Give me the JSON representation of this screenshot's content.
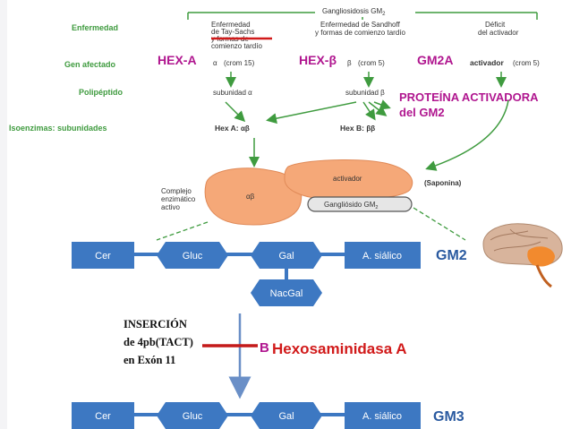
{
  "top": {
    "title": "Gangliosidosis GM",
    "title_sub": "2",
    "col1": [
      "Enfermedad",
      "de Tay-Sachs",
      "y formas de",
      "comienzo tardío"
    ],
    "col2": [
      "Enfermedad de Sandhoff",
      "y formas de comienzo tardío"
    ],
    "col3": [
      "Déficit",
      "del activador"
    ]
  },
  "rows": {
    "enfermedad": "Enfermedad",
    "gen": "Gen afectado",
    "polipeptido": "Polipéptido",
    "isoenzimas": "Isoenzimas: subunidades"
  },
  "genes": {
    "alpha": "α",
    "alpha_crom": "(crom 15)",
    "beta": "β",
    "beta_crom": "(crom 5)",
    "activador": "activador",
    "activador_crom": "(crom 5)"
  },
  "polypeptides": {
    "alpha": "subunidad α",
    "beta": "subunidad β"
  },
  "isoenzymes": {
    "hexa": "Hex A:",
    "hexa_sub": "αβ",
    "hexb": "Hex B:",
    "hexb_sub": "ββ"
  },
  "annotations": {
    "hex_a": "HEX-A",
    "hex_b": "HEX-β",
    "gm2a": "GM2A",
    "proteina1": "PROTEÍNA ACTIVADORA",
    "proteina2": "del GM2",
    "saponina": "(Saponina)"
  },
  "complex": {
    "label": [
      "Complejo",
      "enzimático",
      "activo"
    ],
    "alphabeta": "αβ",
    "activador": "activador",
    "ganglioside": "Gangliósido GM",
    "ganglioside_sub": "2"
  },
  "pathway": {
    "gm2_row": [
      "Cer",
      "Gluc",
      "Gal",
      "A. siálico"
    ],
    "branch": "NacGal",
    "gm2_label": "GM2",
    "gm3_row": [
      "Cer",
      "Gluc",
      "Gal",
      "A. siálico"
    ],
    "gm3_label": "GM3",
    "enzyme": "Hexosaminidasa A",
    "enzyme_mark": "B",
    "insertion": [
      "INSERCIÓN",
      "de 4pb(TACT)",
      "en Exón 11"
    ]
  },
  "colors": {
    "green": "#3f9b3f",
    "magenta": "#b0168f",
    "box_blue": "#3d78c2",
    "red": "#d11a1a",
    "orange": "#f5a878"
  }
}
